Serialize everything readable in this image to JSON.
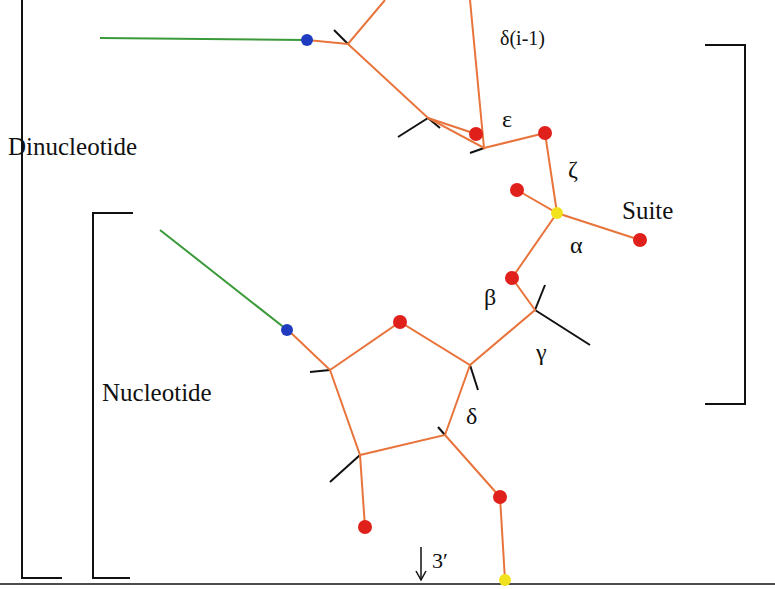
{
  "diagram": {
    "labels": [
      "Dinucleotide",
      "δ(i-1)",
      "ε",
      "ζ",
      "Suite",
      "α",
      "β",
      "γ",
      "Nucleotide",
      "δ",
      "3′"
    ]
  }
}
